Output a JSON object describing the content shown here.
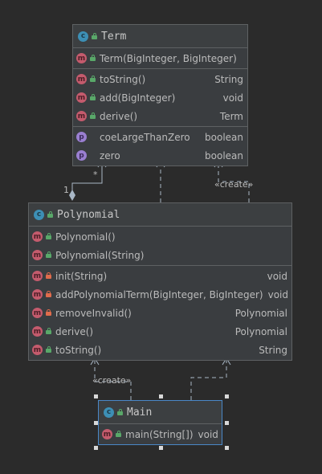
{
  "classes": {
    "term": {
      "name": "Term",
      "constructors": [
        {
          "label": "Term(BigInteger, BigInteger)",
          "type": ""
        }
      ],
      "methods": [
        {
          "label": "toString()",
          "type": "String"
        },
        {
          "label": "add(BigInteger)",
          "type": "void"
        },
        {
          "label": "derive()",
          "type": "Term"
        }
      ],
      "properties": [
        {
          "label": "coeLargeThanZero",
          "type": "boolean"
        },
        {
          "label": "zero",
          "type": "boolean"
        }
      ]
    },
    "polynomial": {
      "name": "Polynomial",
      "constructors": [
        {
          "label": "Polynomial()",
          "type": ""
        },
        {
          "label": "Polynomial(String)",
          "type": ""
        }
      ],
      "methods": [
        {
          "label": "init(String)",
          "type": "void"
        },
        {
          "label": "addPolynomialTerm(BigInteger, BigInteger)",
          "type": "void"
        },
        {
          "label": "removeInvalid()",
          "type": "Polynomial"
        },
        {
          "label": "derive()",
          "type": "Polynomial"
        },
        {
          "label": "toString()",
          "type": "String"
        }
      ]
    },
    "main": {
      "name": "Main",
      "methods": [
        {
          "label": "main(String[])",
          "type": "void"
        }
      ]
    }
  },
  "badges": {
    "class": "c",
    "method": "m",
    "property": "p"
  },
  "edges": {
    "multiplicity_many": "*",
    "multiplicity_one": "1",
    "create_label_1": "«create»",
    "create_label_2": "«create»"
  },
  "colors": {
    "background": "#2b2b2b",
    "box": "#3a3d40",
    "border": "#5e6163",
    "selection": "#4a88c7"
  }
}
